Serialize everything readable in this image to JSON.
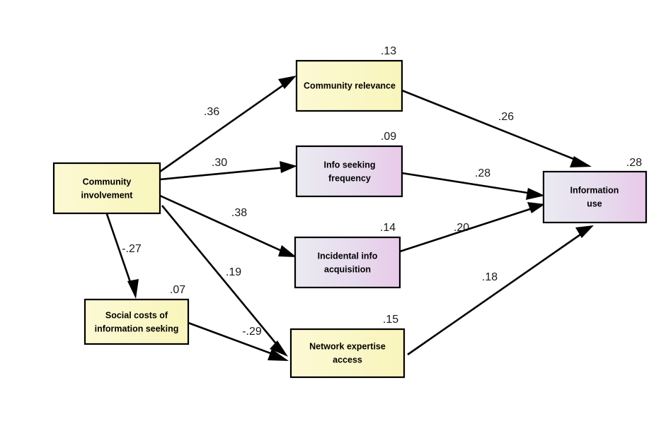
{
  "diagram": {
    "type": "path-diagram",
    "title": "",
    "background_color": "#ffffff",
    "nodes": [
      {
        "id": "community-involvement",
        "label_line1": "Community",
        "label_line2": "involvement",
        "r2": "",
        "fill_start": "#fbf8cd",
        "fill_end": "#faf6c4"
      },
      {
        "id": "community-relevance",
        "label_line1": "Community relevance",
        "label_line2": "",
        "r2": ".13",
        "fill_start": "#fbf8cd",
        "fill_end": "#faf6c4"
      },
      {
        "id": "info-seeking-frequency",
        "label_line1": "Info seeking",
        "label_line2": "frequency",
        "r2": ".09",
        "fill_start": "#e8e8ef",
        "fill_end": "#e9cdea"
      },
      {
        "id": "incidental-info-acquisition",
        "label_line1": "Incidental info",
        "label_line2": "acquisition",
        "r2": ".14",
        "fill_start": "#e8e8ef",
        "fill_end": "#e9cdea"
      },
      {
        "id": "social-costs-of-information-seeking",
        "label_line1": "Social costs of",
        "label_line2": "information seeking",
        "r2": ".07",
        "fill_start": "#fbf8cd",
        "fill_end": "#faf6c4"
      },
      {
        "id": "network-expertise-access",
        "label_line1": "Network expertise",
        "label_line2": "access",
        "r2": ".15",
        "fill_start": "#fbf8cd",
        "fill_end": "#faf6c4"
      },
      {
        "id": "information-use",
        "label_line1": "Information",
        "label_line2": "use",
        "r2": ".28",
        "fill_start": "#e8e8ef",
        "fill_end": "#e9cdea"
      }
    ],
    "edges": [
      {
        "id": "ci-to-cr",
        "from": "community-involvement",
        "to": "community-relevance",
        "coefficient": ".36"
      },
      {
        "id": "ci-to-isf",
        "from": "community-involvement",
        "to": "info-seeking-frequency",
        "coefficient": ".30"
      },
      {
        "id": "ci-to-iia",
        "from": "community-involvement",
        "to": "incidental-info-acquisition",
        "coefficient": ".38"
      },
      {
        "id": "ci-to-scis",
        "from": "community-involvement",
        "to": "social-costs-of-information-seeking",
        "coefficient": "-.27"
      },
      {
        "id": "ci-to-nea",
        "from": "community-involvement",
        "to": "network-expertise-access",
        "coefficient": ".19"
      },
      {
        "id": "scis-to-nea",
        "from": "social-costs-of-information-seeking",
        "to": "network-expertise-access",
        "coefficient": "-.29"
      },
      {
        "id": "cr-to-iu",
        "from": "community-relevance",
        "to": "information-use",
        "coefficient": ".26"
      },
      {
        "id": "isf-to-iu",
        "from": "info-seeking-frequency",
        "to": "information-use",
        "coefficient": ".28"
      },
      {
        "id": "iia-to-iu",
        "from": "incidental-info-acquisition",
        "to": "information-use",
        "coefficient": ".20"
      },
      {
        "id": "nea-to-iu",
        "from": "network-expertise-access",
        "to": "information-use",
        "coefficient": ".18"
      }
    ]
  }
}
